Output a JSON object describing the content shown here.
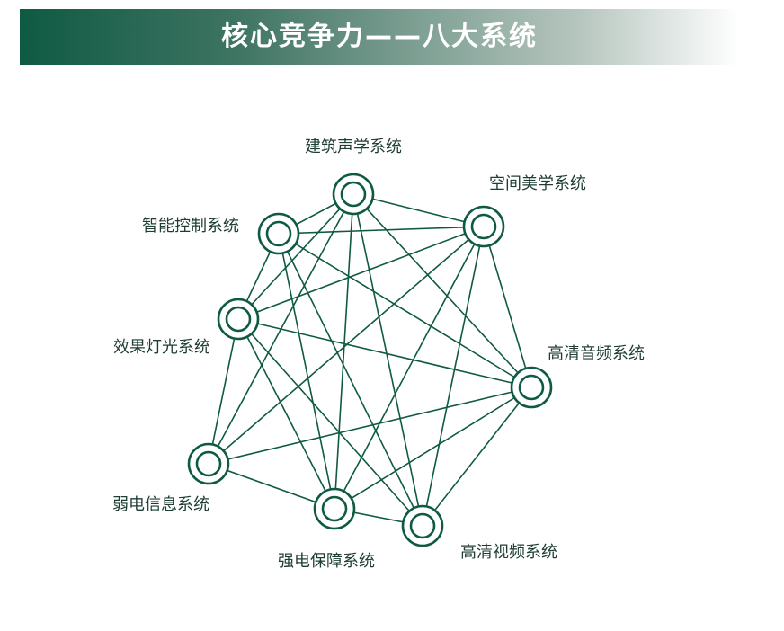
{
  "header": {
    "title": "核心竞争力——八大系统"
  },
  "diagram": {
    "colors": {
      "line": "#0f5a44",
      "label": "#1f3d35",
      "node_fill": "#ffffff"
    },
    "nodes": [
      {
        "id": "acoustic",
        "label": "建筑声学系统"
      },
      {
        "id": "aesthetic",
        "label": "空间美学系统"
      },
      {
        "id": "smart",
        "label": "智能控制系统"
      },
      {
        "id": "lighting",
        "label": "效果灯光系统"
      },
      {
        "id": "audio",
        "label": "高清音频系统"
      },
      {
        "id": "weak",
        "label": "弱电信息系统"
      },
      {
        "id": "power",
        "label": "强电保障系统"
      },
      {
        "id": "video",
        "label": "高清视频系统"
      }
    ]
  }
}
